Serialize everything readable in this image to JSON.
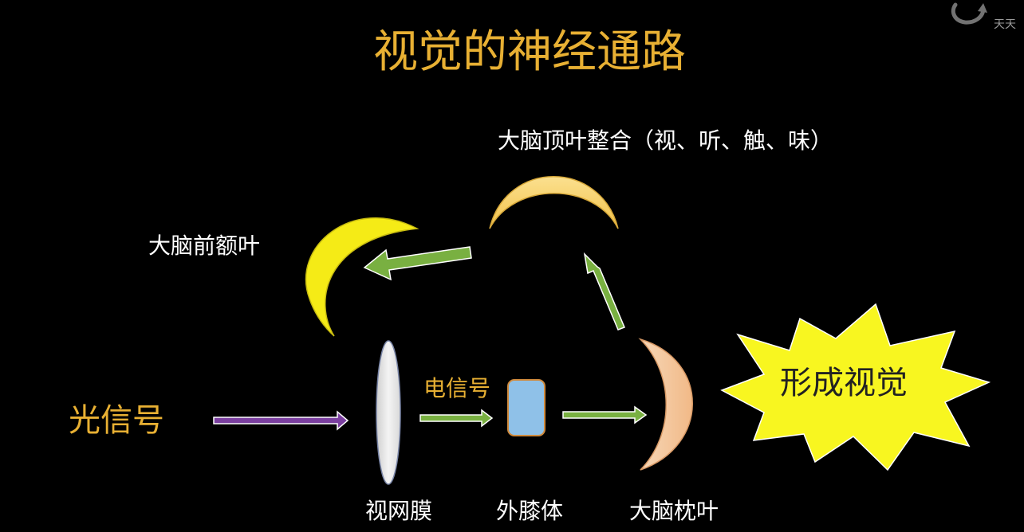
{
  "title": "视觉的神经通路",
  "labels": {
    "parietal": "大脑顶叶整合（视、听、触、味）",
    "frontal": "大脑前额叶",
    "light_signal": "光信号",
    "electric_signal": "电信号",
    "retina": "视网膜",
    "lgn": "外膝体",
    "occipital": "大脑枕叶",
    "vision_formed": "形成视觉"
  },
  "watermark": {
    "text": "天天",
    "icon": "refresh-logo-icon"
  },
  "colors": {
    "title": "#e8b033",
    "green_arrow": "#79b041",
    "purple_arrow": "#7b3fa0",
    "frontal_moon": "#f5eb16",
    "parietal_moon": "#f7cf6a",
    "occipital_moon": "#f5c7a0",
    "retina_lens": "#e3e3e3",
    "lgn_box": "#8fc1e8",
    "burst": "#f8f620"
  }
}
